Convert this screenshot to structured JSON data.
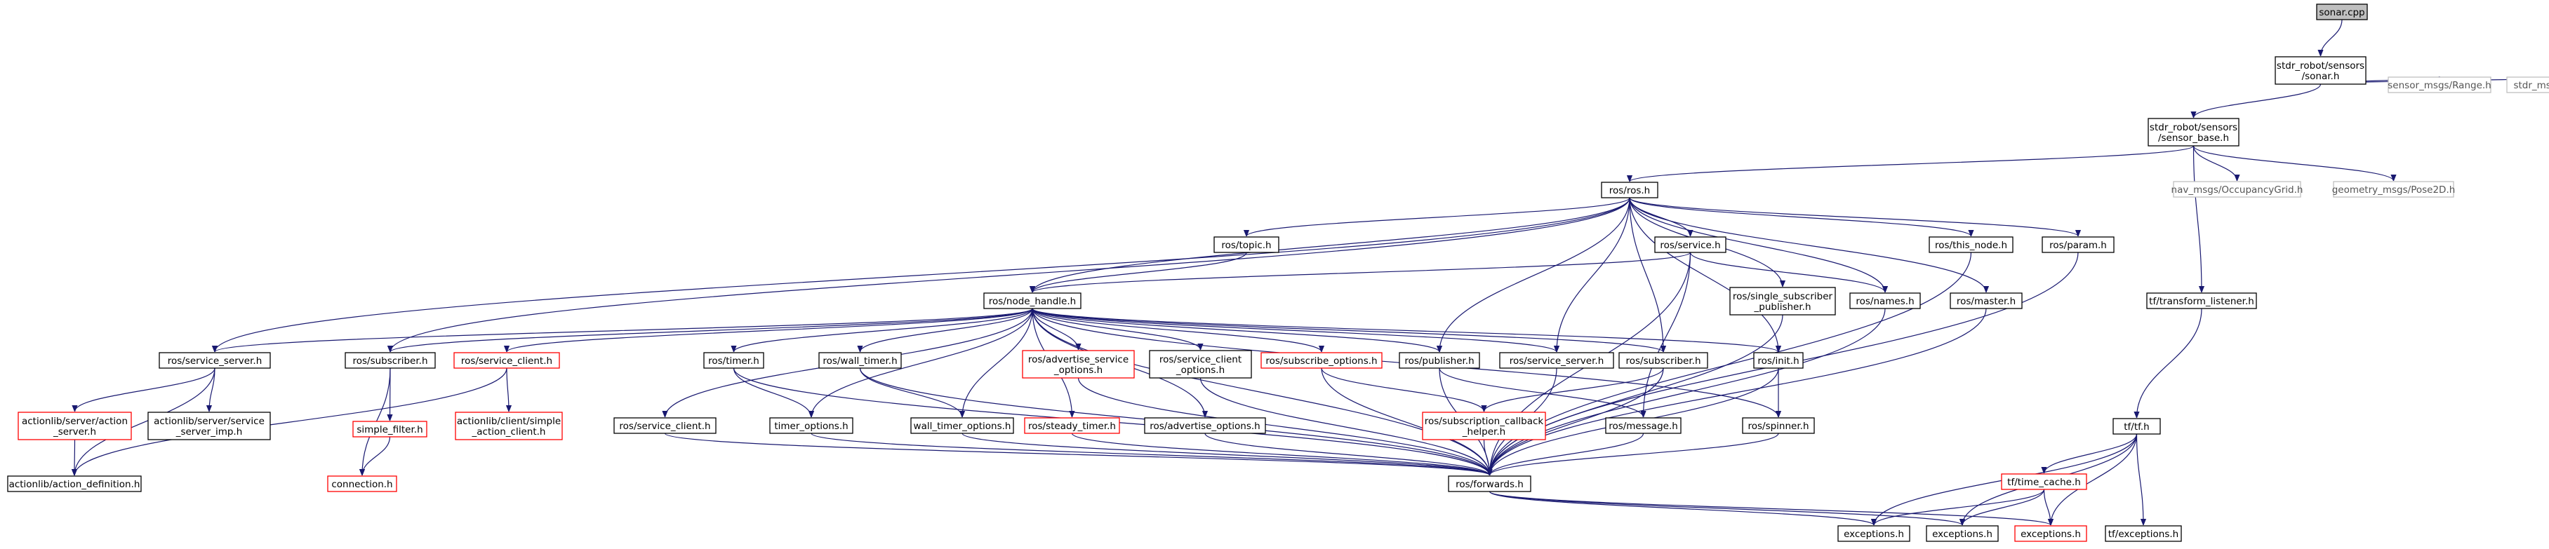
{
  "colors": {
    "edge": "#191970",
    "normal_border": "#000000",
    "missing_border": "#ff0000",
    "external_border": "#bfbfbf",
    "root_fill": "#bfbfbf",
    "text": "#000000",
    "external_text": "#555555"
  },
  "nodes": [
    {
      "id": "sonar_cpp",
      "lines": [
        "sonar.cpp"
      ],
      "kind": "root"
    },
    {
      "id": "sonar_h",
      "lines": [
        "stdr_robot/sensors",
        "/sonar.h"
      ],
      "kind": "normal"
    },
    {
      "id": "sensor_range",
      "lines": [
        "sensor_msgs/Range.h"
      ],
      "kind": "external"
    },
    {
      "id": "sonar_msg",
      "lines": [
        "stdr_msgs/SonarSensorMsg.h"
      ],
      "kind": "external"
    },
    {
      "id": "sensor_base",
      "lines": [
        "stdr_robot/sensors",
        "/sensor_base.h"
      ],
      "kind": "normal"
    },
    {
      "id": "ros_h",
      "lines": [
        "ros/ros.h"
      ],
      "kind": "normal"
    },
    {
      "id": "occ_grid",
      "lines": [
        "nav_msgs/OccupancyGrid.h"
      ],
      "kind": "external"
    },
    {
      "id": "pose2d",
      "lines": [
        "geometry_msgs/Pose2D.h"
      ],
      "kind": "external"
    },
    {
      "id": "topic_h",
      "lines": [
        "ros/topic.h"
      ],
      "kind": "normal"
    },
    {
      "id": "service_h",
      "lines": [
        "ros/service.h"
      ],
      "kind": "normal"
    },
    {
      "id": "this_node",
      "lines": [
        "ros/this_node.h"
      ],
      "kind": "normal"
    },
    {
      "id": "param_h",
      "lines": [
        "ros/param.h"
      ],
      "kind": "normal"
    },
    {
      "id": "single_sub",
      "lines": [
        "ros/single_subscriber",
        "_publisher.h"
      ],
      "kind": "normal"
    },
    {
      "id": "names_h",
      "lines": [
        "ros/names.h"
      ],
      "kind": "normal"
    },
    {
      "id": "master_h",
      "lines": [
        "ros/master.h"
      ],
      "kind": "normal"
    },
    {
      "id": "tf_listener",
      "lines": [
        "tf/transform_listener.h"
      ],
      "kind": "normal"
    },
    {
      "id": "node_handle",
      "lines": [
        "ros/node_handle.h"
      ],
      "kind": "normal"
    },
    {
      "id": "service_server",
      "lines": [
        "ros/service_server.h"
      ],
      "kind": "normal"
    },
    {
      "id": "subscriber_lc",
      "lines": [
        "ros/subscriber.h"
      ],
      "kind": "normal"
    },
    {
      "id": "service_client",
      "lines": [
        "ros/service_client.h"
      ],
      "kind": "missing"
    },
    {
      "id": "timer_h",
      "lines": [
        "ros/timer.h"
      ],
      "kind": "normal"
    },
    {
      "id": "wall_timer",
      "lines": [
        "ros/wall_timer.h"
      ],
      "kind": "normal"
    },
    {
      "id": "adv_srv_opt",
      "lines": [
        "ros/advertise_service",
        "_options.h"
      ],
      "kind": "missing"
    },
    {
      "id": "srv_client_opt",
      "lines": [
        "ros/service_client",
        "_options.h"
      ],
      "kind": "normal"
    },
    {
      "id": "sub_opt",
      "lines": [
        "ros/subscribe_options.h"
      ],
      "kind": "missing"
    },
    {
      "id": "publisher_h",
      "lines": [
        "ros/publisher.h"
      ],
      "kind": "normal"
    },
    {
      "id": "service_server2",
      "lines": [
        "ros/service_server.h"
      ],
      "kind": "normal"
    },
    {
      "id": "subscriber2",
      "lines": [
        "ros/subscriber.h"
      ],
      "kind": "normal"
    },
    {
      "id": "init_h",
      "lines": [
        "ros/init.h"
      ],
      "kind": "normal"
    },
    {
      "id": "tf_h",
      "lines": [
        "tf/tf.h"
      ],
      "kind": "normal"
    },
    {
      "id": "as_server",
      "lines": [
        "actionlib/server/action",
        "_server.h"
      ],
      "kind": "missing"
    },
    {
      "id": "srv_server_imp",
      "lines": [
        "actionlib/server/service",
        "_server_imp.h"
      ],
      "kind": "normal"
    },
    {
      "id": "simple_filter",
      "lines": [
        "simple_filter.h"
      ],
      "kind": "missing"
    },
    {
      "id": "simple_ac",
      "lines": [
        "actionlib/client/simple",
        "_action_client.h"
      ],
      "kind": "missing"
    },
    {
      "id": "service_client2",
      "lines": [
        "ros/service_client.h"
      ],
      "kind": "normal"
    },
    {
      "id": "timer_opt",
      "lines": [
        "timer_options.h"
      ],
      "kind": "normal"
    },
    {
      "id": "wall_timer_opt",
      "lines": [
        "wall_timer_options.h"
      ],
      "kind": "normal"
    },
    {
      "id": "steady_timer",
      "lines": [
        "ros/steady_timer.h"
      ],
      "kind": "missing"
    },
    {
      "id": "adv_opt",
      "lines": [
        "ros/advertise_options.h"
      ],
      "kind": "normal"
    },
    {
      "id": "sub_cb_helper",
      "lines": [
        "ros/subscription_callback",
        "_helper.h"
      ],
      "kind": "missing"
    },
    {
      "id": "message_h",
      "lines": [
        "ros/message.h"
      ],
      "kind": "normal"
    },
    {
      "id": "spinner_h",
      "lines": [
        "ros/spinner.h"
      ],
      "kind": "normal"
    },
    {
      "id": "time_cache",
      "lines": [
        "tf/time_cache.h"
      ],
      "kind": "missing"
    },
    {
      "id": "action_def",
      "lines": [
        "actionlib/action_definition.h"
      ],
      "kind": "normal"
    },
    {
      "id": "connection_h",
      "lines": [
        "connection.h"
      ],
      "kind": "missing"
    },
    {
      "id": "forwards",
      "lines": [
        "ros/forwards.h"
      ],
      "kind": "normal"
    },
    {
      "id": "exc1",
      "lines": [
        "exceptions.h"
      ],
      "kind": "normal"
    },
    {
      "id": "exc2",
      "lines": [
        "exceptions.h"
      ],
      "kind": "normal"
    },
    {
      "id": "exc3",
      "lines": [
        "exceptions.h"
      ],
      "kind": "missing"
    },
    {
      "id": "tf_exc",
      "lines": [
        "tf/exceptions.h"
      ],
      "kind": "normal"
    }
  ],
  "edges": [
    [
      "sonar_cpp",
      "sonar_h"
    ],
    [
      "sonar_h",
      "sensor_base"
    ],
    [
      "sonar_h",
      "sensor_range"
    ],
    [
      "sonar_h",
      "sonar_msg"
    ],
    [
      "sensor_base",
      "ros_h"
    ],
    [
      "sensor_base",
      "occ_grid"
    ],
    [
      "sensor_base",
      "pose2d"
    ],
    [
      "sensor_base",
      "tf_listener"
    ],
    [
      "ros_h",
      "topic_h"
    ],
    [
      "ros_h",
      "service_h"
    ],
    [
      "ros_h",
      "this_node"
    ],
    [
      "ros_h",
      "param_h"
    ],
    [
      "ros_h",
      "single_sub"
    ],
    [
      "ros_h",
      "names_h"
    ],
    [
      "ros_h",
      "master_h"
    ],
    [
      "ros_h",
      "node_handle"
    ],
    [
      "ros_h",
      "service_server"
    ],
    [
      "ros_h",
      "subscriber_lc"
    ],
    [
      "ros_h",
      "publisher_h"
    ],
    [
      "ros_h",
      "service_server2"
    ],
    [
      "ros_h",
      "subscriber2"
    ],
    [
      "ros_h",
      "init_h"
    ],
    [
      "topic_h",
      "node_handle"
    ],
    [
      "service_h",
      "node_handle"
    ],
    [
      "service_h",
      "names_h"
    ],
    [
      "service_h",
      "message_h"
    ],
    [
      "service_h",
      "forwards"
    ],
    [
      "this_node",
      "forwards"
    ],
    [
      "param_h",
      "forwards"
    ],
    [
      "single_sub",
      "forwards"
    ],
    [
      "names_h",
      "forwards"
    ],
    [
      "master_h",
      "forwards"
    ],
    [
      "tf_listener",
      "tf_h"
    ],
    [
      "node_handle",
      "service_server"
    ],
    [
      "node_handle",
      "subscriber_lc"
    ],
    [
      "node_handle",
      "service_client"
    ],
    [
      "node_handle",
      "timer_h"
    ],
    [
      "node_handle",
      "wall_timer"
    ],
    [
      "node_handle",
      "adv_srv_opt"
    ],
    [
      "node_handle",
      "srv_client_opt"
    ],
    [
      "node_handle",
      "sub_opt"
    ],
    [
      "node_handle",
      "publisher_h"
    ],
    [
      "node_handle",
      "service_server2"
    ],
    [
      "node_handle",
      "subscriber2"
    ],
    [
      "node_handle",
      "init_h"
    ],
    [
      "node_handle",
      "service_client2"
    ],
    [
      "node_handle",
      "timer_opt"
    ],
    [
      "node_handle",
      "wall_timer_opt"
    ],
    [
      "node_handle",
      "steady_timer"
    ],
    [
      "node_handle",
      "adv_opt"
    ],
    [
      "node_handle",
      "forwards"
    ],
    [
      "node_handle",
      "spinner_h"
    ],
    [
      "service_server",
      "as_server"
    ],
    [
      "service_server",
      "srv_server_imp"
    ],
    [
      "service_server",
      "action_def"
    ],
    [
      "subscriber_lc",
      "simple_filter"
    ],
    [
      "subscriber_lc",
      "connection_h"
    ],
    [
      "service_client",
      "simple_ac"
    ],
    [
      "service_client",
      "action_def"
    ],
    [
      "as_server",
      "action_def"
    ],
    [
      "simple_filter",
      "connection_h"
    ],
    [
      "timer_h",
      "timer_opt"
    ],
    [
      "timer_h",
      "forwards"
    ],
    [
      "wall_timer",
      "wall_timer_opt"
    ],
    [
      "wall_timer",
      "forwards"
    ],
    [
      "adv_srv_opt",
      "forwards"
    ],
    [
      "srv_client_opt",
      "forwards"
    ],
    [
      "sub_opt",
      "sub_cb_helper"
    ],
    [
      "sub_opt",
      "forwards"
    ],
    [
      "publisher_h",
      "message_h"
    ],
    [
      "publisher_h",
      "forwards"
    ],
    [
      "service_server2",
      "forwards"
    ],
    [
      "subscriber2",
      "sub_cb_helper"
    ],
    [
      "subscriber2",
      "forwards"
    ],
    [
      "init_h",
      "spinner_h"
    ],
    [
      "init_h",
      "forwards"
    ],
    [
      "service_client2",
      "forwards"
    ],
    [
      "timer_opt",
      "forwards"
    ],
    [
      "wall_timer_opt",
      "forwards"
    ],
    [
      "steady_timer",
      "forwards"
    ],
    [
      "adv_opt",
      "forwards"
    ],
    [
      "sub_cb_helper",
      "forwards"
    ],
    [
      "spinner_h",
      "forwards"
    ],
    [
      "message_h",
      "forwards"
    ],
    [
      "forwards",
      "exc1"
    ],
    [
      "forwards",
      "exc2"
    ],
    [
      "forwards",
      "exc3"
    ],
    [
      "tf_h",
      "time_cache"
    ],
    [
      "tf_h",
      "exc1"
    ],
    [
      "tf_h",
      "exc2"
    ],
    [
      "tf_h",
      "exc3"
    ],
    [
      "tf_h",
      "tf_exc"
    ],
    [
      "time_cache",
      "exc1"
    ],
    [
      "time_cache",
      "exc2"
    ],
    [
      "time_cache",
      "exc3"
    ]
  ]
}
